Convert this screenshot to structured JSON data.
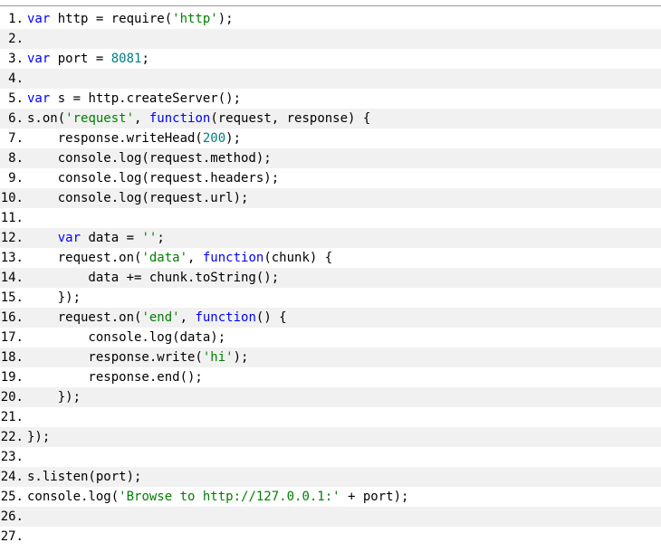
{
  "colors": {
    "keyword": "#0000ff",
    "string": "#008000",
    "number": "#008080",
    "plain": "#000000",
    "stripe": "#f1f1f1"
  },
  "lines": [
    {
      "num": "1.",
      "tokens": [
        [
          "kw",
          "var"
        ],
        [
          "p",
          " http = require("
        ],
        [
          "str",
          "'http'"
        ],
        [
          "p",
          ");"
        ]
      ]
    },
    {
      "num": "2.",
      "tokens": []
    },
    {
      "num": "3.",
      "tokens": [
        [
          "kw",
          "var"
        ],
        [
          "p",
          " port = "
        ],
        [
          "num",
          "8081"
        ],
        [
          "p",
          ";"
        ]
      ]
    },
    {
      "num": "4.",
      "tokens": []
    },
    {
      "num": "5.",
      "tokens": [
        [
          "kw",
          "var"
        ],
        [
          "p",
          " s = http.createServer();"
        ]
      ]
    },
    {
      "num": "6.",
      "tokens": [
        [
          "p",
          "s.on("
        ],
        [
          "str",
          "'request'"
        ],
        [
          "p",
          ", "
        ],
        [
          "kw",
          "function"
        ],
        [
          "p",
          "(request, response) {"
        ]
      ]
    },
    {
      "num": "7.",
      "tokens": [
        [
          "p",
          "    response.writeHead("
        ],
        [
          "num",
          "200"
        ],
        [
          "p",
          ");"
        ]
      ]
    },
    {
      "num": "8.",
      "tokens": [
        [
          "p",
          "    console.log(request.method);"
        ]
      ]
    },
    {
      "num": "9.",
      "tokens": [
        [
          "p",
          "    console.log(request.headers);"
        ]
      ]
    },
    {
      "num": "10.",
      "tokens": [
        [
          "p",
          "    console.log(request.url);"
        ]
      ]
    },
    {
      "num": "11.",
      "tokens": []
    },
    {
      "num": "12.",
      "tokens": [
        [
          "p",
          "    "
        ],
        [
          "kw",
          "var"
        ],
        [
          "p",
          " data = "
        ],
        [
          "str",
          "''"
        ],
        [
          "p",
          ";"
        ]
      ]
    },
    {
      "num": "13.",
      "tokens": [
        [
          "p",
          "    request.on("
        ],
        [
          "str",
          "'data'"
        ],
        [
          "p",
          ", "
        ],
        [
          "kw",
          "function"
        ],
        [
          "p",
          "(chunk) {"
        ]
      ]
    },
    {
      "num": "14.",
      "tokens": [
        [
          "p",
          "        data += chunk.toString();"
        ]
      ]
    },
    {
      "num": "15.",
      "tokens": [
        [
          "p",
          "    });"
        ]
      ]
    },
    {
      "num": "16.",
      "tokens": [
        [
          "p",
          "    request.on("
        ],
        [
          "str",
          "'end'"
        ],
        [
          "p",
          ", "
        ],
        [
          "kw",
          "function"
        ],
        [
          "p",
          "() {"
        ]
      ]
    },
    {
      "num": "17.",
      "tokens": [
        [
          "p",
          "        console.log(data);"
        ]
      ]
    },
    {
      "num": "18.",
      "tokens": [
        [
          "p",
          "        response.write("
        ],
        [
          "str",
          "'hi'"
        ],
        [
          "p",
          ");"
        ]
      ]
    },
    {
      "num": "19.",
      "tokens": [
        [
          "p",
          "        response.end();"
        ]
      ]
    },
    {
      "num": "20.",
      "tokens": [
        [
          "p",
          "    });"
        ]
      ]
    },
    {
      "num": "21.",
      "tokens": []
    },
    {
      "num": "22.",
      "tokens": [
        [
          "p",
          "});"
        ]
      ]
    },
    {
      "num": "23.",
      "tokens": []
    },
    {
      "num": "24.",
      "tokens": [
        [
          "p",
          "s.listen(port);"
        ]
      ]
    },
    {
      "num": "25.",
      "tokens": [
        [
          "p",
          "console.log("
        ],
        [
          "str",
          "'Browse to http://127.0.0.1:'"
        ],
        [
          "p",
          " + port);"
        ]
      ]
    },
    {
      "num": "26.",
      "tokens": []
    },
    {
      "num": "27.",
      "tokens": []
    }
  ]
}
